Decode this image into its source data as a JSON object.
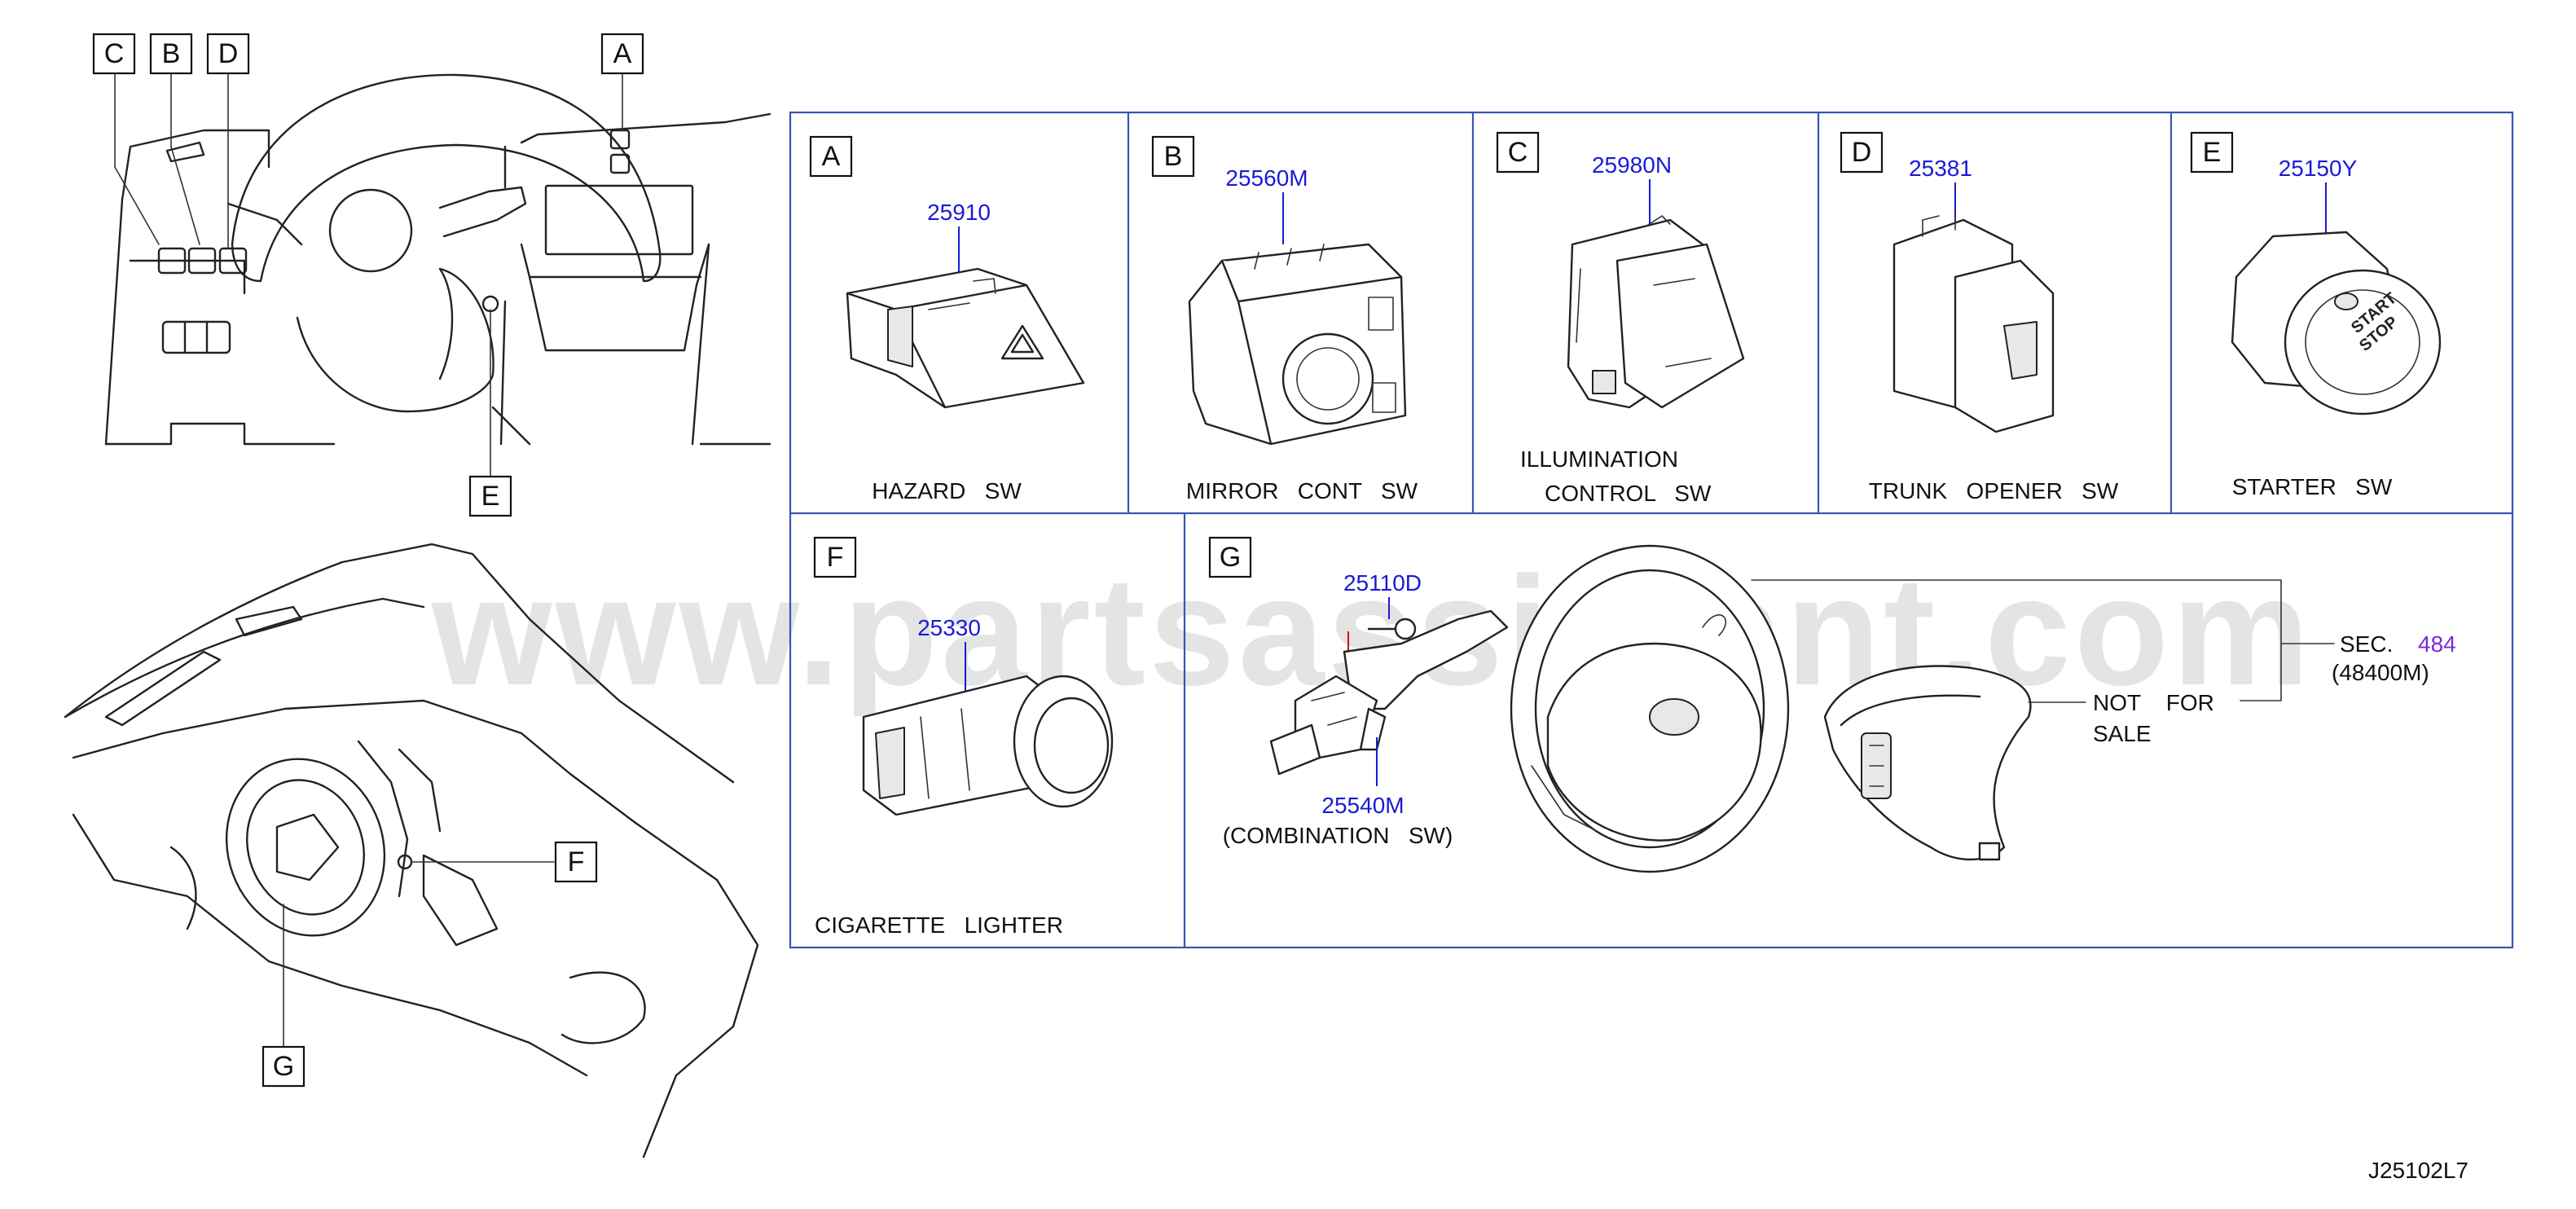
{
  "diagram_code": "J25102L7",
  "watermark": "www.partsassistant.com",
  "overview_callouts": [
    "A",
    "B",
    "C",
    "D",
    "E",
    "F",
    "G"
  ],
  "panels": [
    {
      "letter": "A",
      "part_number": "25910",
      "caption": "HAZARD   SW"
    },
    {
      "letter": "B",
      "part_number": "25560M",
      "caption": "MIRROR   CONT   SW"
    },
    {
      "letter": "C",
      "part_number": "25980N",
      "caption_line1": "ILLUMINATION",
      "caption_line2": "CONTROL   SW"
    },
    {
      "letter": "D",
      "part_number": "25381",
      "caption": "TRUNK   OPENER   SW"
    },
    {
      "letter": "E",
      "part_number": "25150Y",
      "caption": "STARTER   SW"
    },
    {
      "letter": "F",
      "part_number": "25330",
      "caption": "CIGARETTE   LIGHTER"
    },
    {
      "letter": "G",
      "part_number_top": "25110D",
      "part_number_bottom": "25540M",
      "caption": "(COMBINATION   SW)"
    }
  ],
  "section_ref": {
    "prefix": "SEC.",
    "number": "484",
    "sub": "(48400M)",
    "note_line1": "NOT    FOR",
    "note_line2": "SALE"
  },
  "colors": {
    "part_number": "#1a1ad6",
    "section_number": "#7a2bd6",
    "panel_border": "#3a55b0",
    "leader_red": "#d01010"
  }
}
